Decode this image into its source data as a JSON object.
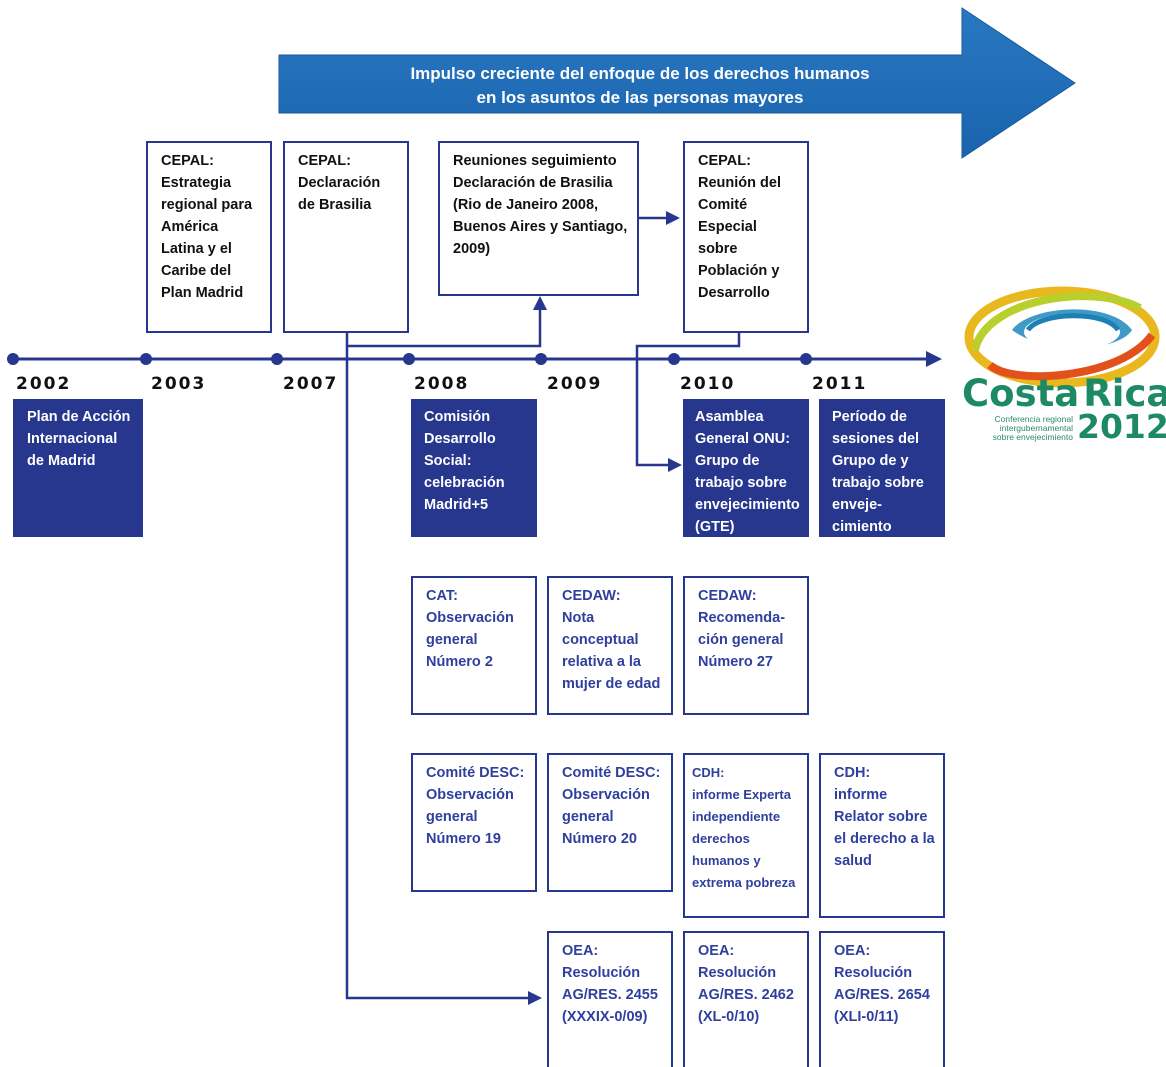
{
  "banner": {
    "line1": "Impulso creciente del enfoque de los derechos humanos",
    "line2": "en los asuntos de las personas mayores",
    "color": "#1d6ab4"
  },
  "years": [
    "2002",
    "2003",
    "2007",
    "2008",
    "2009",
    "2010",
    "2011"
  ],
  "upper_boxes": [
    {
      "title": "CEPAL:",
      "body": "Estrategia regional para América Latina y el Caribe del Plan Madrid"
    },
    {
      "title": "CEPAL:",
      "body": "Declaración de Brasilia"
    },
    {
      "title": "",
      "body": "Reuniones seguimiento Declaración de Brasilia (Rio de Janeiro 2008, Buenos Aires y Santiago, 2009)"
    },
    {
      "title": "CEPAL:",
      "body": "Reunión del Comité Especial sobre Población y Desarrollo"
    }
  ],
  "filled_boxes": [
    {
      "title": "",
      "body": "Plan de Acción Internacional de Madrid"
    },
    {
      "title": "Comisión Desarrollo Social:",
      "body": "celebración Madrid+5"
    },
    {
      "title": "Asamblea General ONU:",
      "body": "Grupo de trabajo sobre envejecimiento (GTE)"
    },
    {
      "title": "",
      "body": "Período de sesiones del Grupo de y trabajo sobre enveje- cimiento"
    }
  ],
  "row3_boxes": [
    {
      "title": "CAT:",
      "body": "Observación general Número 2"
    },
    {
      "title": "CEDAW:",
      "body": "Nota conceptual relativa a la mujer de edad"
    },
    {
      "title": "CEDAW:",
      "body": "Recomenda- ción general Número 27"
    }
  ],
  "row4_boxes": [
    {
      "title": "Comité DESC:",
      "body": "Observación general Número 19"
    },
    {
      "title": "Comité DESC:",
      "body": "Observación general Número 20"
    },
    {
      "title": "CDH:",
      "body": "informe Experta independiente derechos humanos y extrema pobreza"
    },
    {
      "title": "CDH:",
      "body": "informe Relator sobre el derecho a la salud"
    }
  ],
  "row5_boxes": [
    {
      "title": "OEA:",
      "body": "Resolución AG/RES. 2455 (XXXIX-0/09)"
    },
    {
      "title": "OEA:",
      "body": "Resolución AG/RES. 2462 (XL-0/10)"
    },
    {
      "title": "OEA:",
      "body": "Resolución AG/RES. 2654 (XLI-0/11)"
    }
  ],
  "logo": {
    "name_part1": "Costa",
    "name_part2": "Rica",
    "year": "2012",
    "subtitle_line1": "Conferencia regional",
    "subtitle_line2": "intergubernamental",
    "subtitle_line3": "sobre envejecimiento"
  },
  "colors": {
    "navy": "#27378e",
    "banner_blue": "#1d6ab4",
    "logo_green": "#1e8a65"
  }
}
